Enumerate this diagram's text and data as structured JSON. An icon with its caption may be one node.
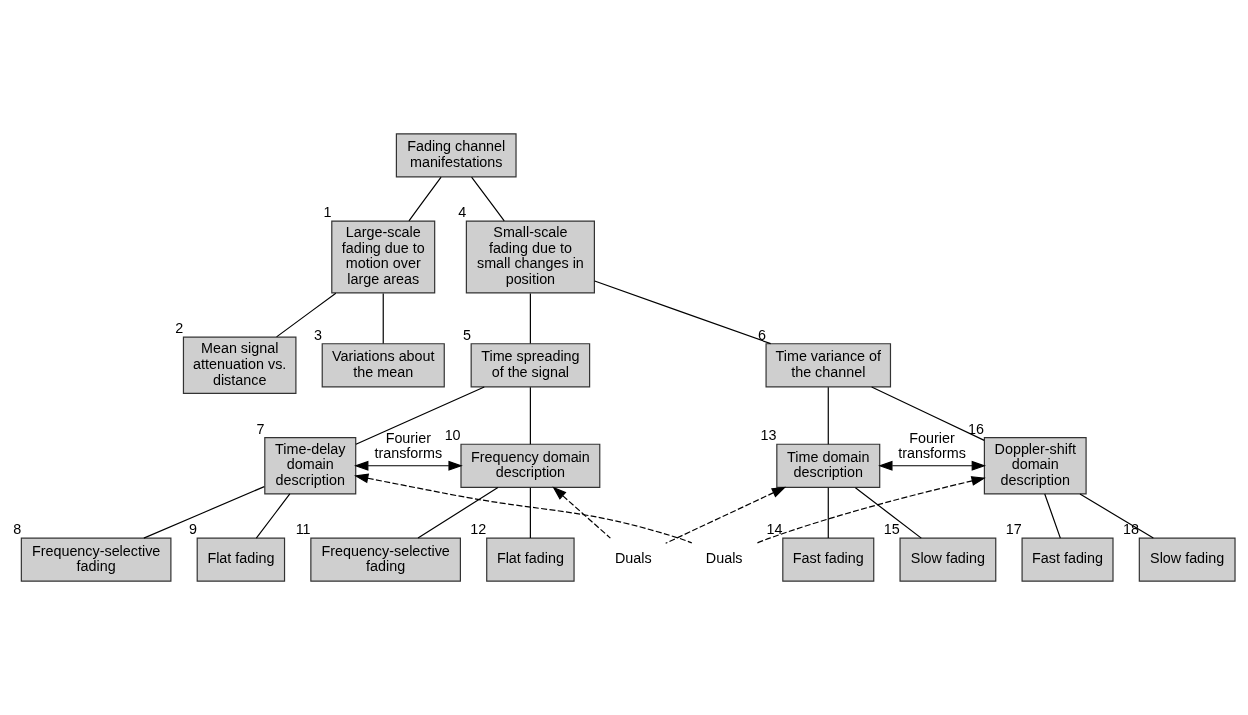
{
  "diagram": {
    "nodes": [
      {
        "text": [
          "Fading channel manifestations"
        ]
      },
      {
        "text": [
          "Large-scale fading due to motion over large areas"
        ],
        "beside": [
          "1"
        ]
      },
      {
        "text": [
          "Mean signal attenuation vs. distance"
        ],
        "beside": [
          "2"
        ]
      },
      {
        "text": [
          "Variations about the mean"
        ],
        "beside": [
          "3"
        ]
      },
      {
        "text": [
          "Small-scale fading due to small changes in position"
        ],
        "beside": [
          "4"
        ]
      },
      {
        "text": [
          "Time spreading of the signal"
        ],
        "beside": [
          "5"
        ]
      },
      {
        "text": [
          "Time variance of the channel"
        ],
        "beside": [
          "6"
        ]
      },
      {
        "text": [
          "Time-delay domain description"
        ],
        "beside": [
          "7"
        ]
      },
      {
        "text": [
          "Frequency-selective fading"
        ],
        "beside": [
          "8"
        ]
      },
      {
        "text": [
          "Flat fading"
        ],
        "beside": [
          "9"
        ]
      },
      {
        "text": [
          "Frequency domain description"
        ],
        "beside": [
          "10"
        ]
      },
      {
        "text": [
          "Frequency-selective fading"
        ],
        "beside": [
          "11"
        ]
      },
      {
        "text": [
          "Flat fading"
        ],
        "beside": [
          "12"
        ]
      },
      {
        "text": [
          "Time domain description"
        ],
        "beside": [
          "13"
        ]
      },
      {
        "text": [
          "Fast fading"
        ],
        "beside": [
          "14"
        ]
      },
      {
        "text": [
          "Slow fading"
        ],
        "beside": [
          "15"
        ]
      },
      {
        "text": [
          "Doppler-shift domain description"
        ],
        "beside": [
          "16"
        ]
      },
      {
        "text": [
          "Fast fading"
        ],
        "beside": [
          "17"
        ]
      },
      {
        "text": [
          "Slow fading"
        ],
        "beside": [
          "18"
        ]
      },
      {
        "text": [
          "Duals"
        ]
      },
      {
        "text": [
          "Duals"
        ]
      }
    ],
    "edges": [
      {
        "from": 0,
        "to": 1,
        "arrow": "none"
      },
      {
        "from": 0,
        "to": 4,
        "arrow": "none"
      },
      {
        "from": 1,
        "to": 2,
        "arrow": "none"
      },
      {
        "from": 1,
        "to": 3,
        "arrow": "none"
      },
      {
        "from": 4,
        "to": 5,
        "arrow": "none"
      },
      {
        "from": 4,
        "to": 6,
        "arrow": "none"
      },
      {
        "from": 5,
        "to": 7,
        "arrow": "none"
      },
      {
        "from": 5,
        "to": 10,
        "arrow": "none"
      },
      {
        "from": 6,
        "to": 13,
        "arrow": "none"
      },
      {
        "from": 6,
        "to": 16,
        "arrow": "none"
      },
      {
        "from": 7,
        "to": 8,
        "arrow": "none"
      },
      {
        "from": 7,
        "to": 9,
        "arrow": "none"
      },
      {
        "from": 10,
        "to": 11,
        "arrow": "none"
      },
      {
        "from": 10,
        "to": 12,
        "arrow": "none"
      },
      {
        "from": 13,
        "to": 14,
        "arrow": "none"
      },
      {
        "from": 13,
        "to": 15,
        "arrow": "none"
      },
      {
        "from": 16,
        "to": 17,
        "arrow": "none"
      },
      {
        "from": 16,
        "to": 18,
        "arrow": "none"
      },
      {
        "from": 7,
        "to": 10,
        "arrow": "both",
        "label": "Fourier transforms"
      },
      {
        "from": 13,
        "to": 16,
        "arrow": "both",
        "label": "Fourier transforms"
      },
      {
        "from": 19,
        "to": 10,
        "arrow": "to",
        "style": "dashed"
      },
      {
        "from": 19,
        "to": 13,
        "arrow": "to",
        "style": "dashed"
      },
      {
        "from": 20,
        "to": 7,
        "arrow": "to",
        "style": "dashed"
      },
      {
        "from": 20,
        "to": 16,
        "arrow": "to",
        "style": "dashed"
      }
    ]
  }
}
